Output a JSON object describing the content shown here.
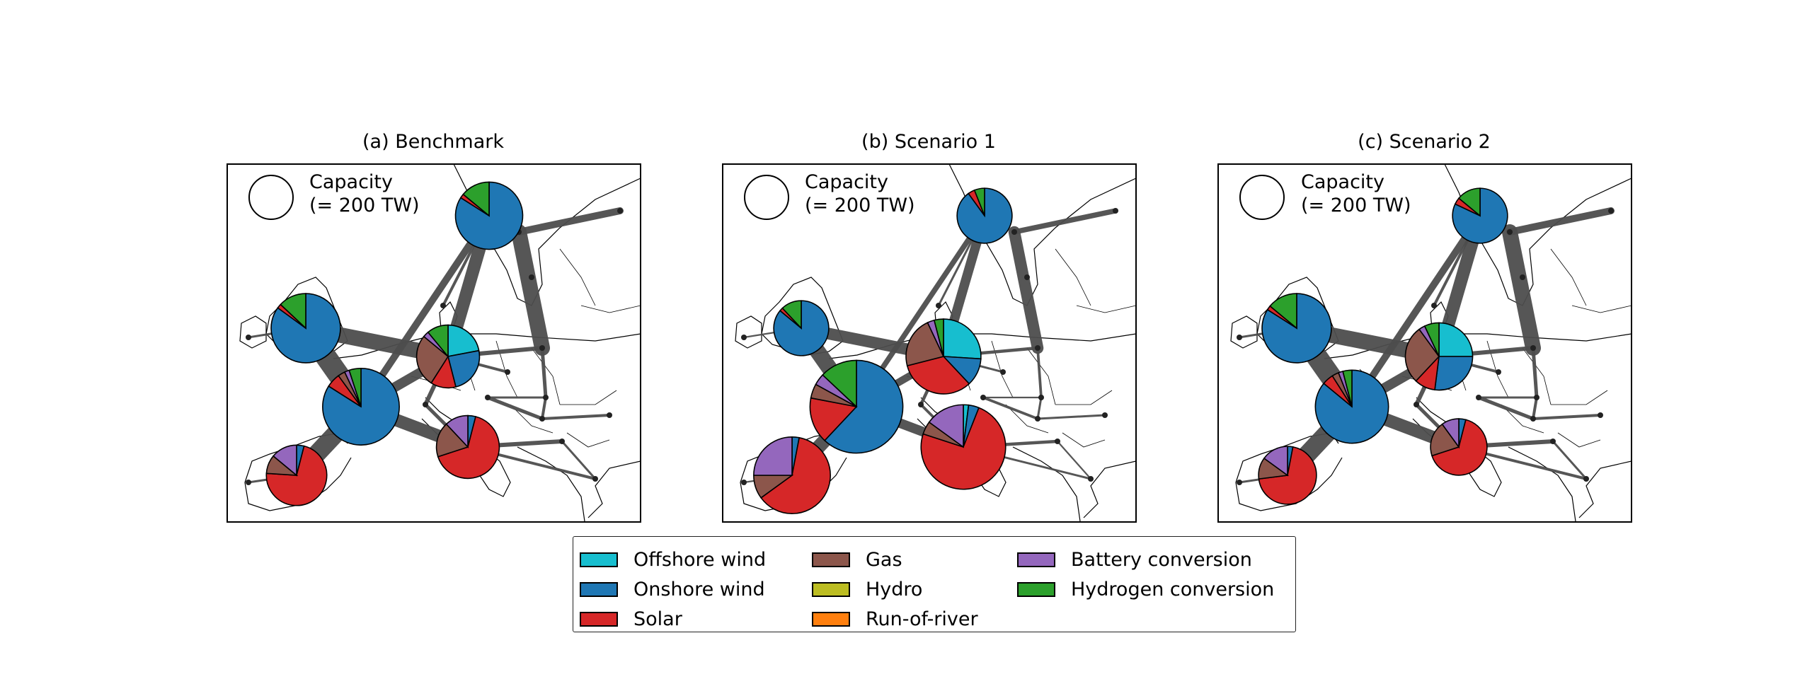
{
  "panels": [
    {
      "title": "(a) Benchmark",
      "capacity_legend": {
        "line1": "Capacity",
        "line2": "(= 200 TW)"
      },
      "map_nodes": [
        {
          "id": "nordic",
          "capacity_share": 0.2,
          "mix": {
            "onshore_wind": 0.84,
            "hydrogen_conversion": 0.14,
            "solar": 0.02
          }
        },
        {
          "id": "britain",
          "capacity_share": 0.22,
          "mix": {
            "onshore_wind": 0.85,
            "hydrogen_conversion": 0.13,
            "solar": 0.02
          }
        },
        {
          "id": "benelux_germany",
          "capacity_share": 0.16,
          "mix": {
            "offshore_wind": 0.22,
            "onshore_wind": 0.24,
            "solar": 0.13,
            "gas": 0.27,
            "battery_conversion": 0.03,
            "hydrogen_conversion": 0.11
          }
        },
        {
          "id": "france",
          "capacity_share": 0.3,
          "mix": {
            "onshore_wind": 0.84,
            "solar": 0.06,
            "gas": 0.03,
            "battery_conversion": 0.02,
            "hydrogen_conversion": 0.05
          }
        },
        {
          "id": "italy",
          "capacity_share": 0.16,
          "mix": {
            "solar": 0.66,
            "battery_conversion": 0.12,
            "gas": 0.18,
            "onshore_wind": 0.04
          }
        },
        {
          "id": "iberia",
          "capacity_share": 0.14,
          "mix": {
            "solar": 0.72,
            "battery_conversion": 0.14,
            "gas": 0.1,
            "onshore_wind": 0.04
          }
        }
      ]
    },
    {
      "title": "(b) Scenario 1",
      "capacity_legend": {
        "line1": "Capacity",
        "line2": "(= 200 TW)"
      },
      "map_nodes": [
        {
          "id": "nordic",
          "capacity_share": 0.1,
          "mix": {
            "onshore_wind": 0.9,
            "hydrogen_conversion": 0.06,
            "solar": 0.04
          }
        },
        {
          "id": "britain",
          "capacity_share": 0.1,
          "mix": {
            "onshore_wind": 0.86,
            "hydrogen_conversion": 0.12,
            "solar": 0.02
          }
        },
        {
          "id": "benelux_germany",
          "capacity_share": 0.28,
          "mix": {
            "offshore_wind": 0.26,
            "onshore_wind": 0.12,
            "solar": 0.33,
            "gas": 0.22,
            "battery_conversion": 0.03,
            "hydrogen_conversion": 0.04
          }
        },
        {
          "id": "france",
          "capacity_share": 0.52,
          "mix": {
            "onshore_wind": 0.62,
            "solar": 0.16,
            "gas": 0.05,
            "battery_conversion": 0.04,
            "hydrogen_conversion": 0.13
          }
        },
        {
          "id": "italy",
          "capacity_share": 0.4,
          "mix": {
            "solar": 0.74,
            "battery_conversion": 0.15,
            "gas": 0.05,
            "offshore_wind": 0.02,
            "onshore_wind": 0.04
          }
        },
        {
          "id": "iberia",
          "capacity_share": 0.3,
          "mix": {
            "solar": 0.62,
            "battery_conversion": 0.25,
            "gas": 0.1,
            "onshore_wind": 0.03
          }
        }
      ]
    },
    {
      "title": "(c) Scenario 2",
      "capacity_legend": {
        "line1": "Capacity",
        "line2": "(= 200 TW)"
      },
      "map_nodes": [
        {
          "id": "nordic",
          "capacity_share": 0.1,
          "mix": {
            "onshore_wind": 0.82,
            "hydrogen_conversion": 0.14,
            "solar": 0.04
          }
        },
        {
          "id": "britain",
          "capacity_share": 0.22,
          "mix": {
            "onshore_wind": 0.84,
            "hydrogen_conversion": 0.14,
            "solar": 0.02
          }
        },
        {
          "id": "benelux_germany",
          "capacity_share": 0.2,
          "mix": {
            "offshore_wind": 0.25,
            "onshore_wind": 0.27,
            "solar": 0.1,
            "gas": 0.28,
            "battery_conversion": 0.03,
            "hydrogen_conversion": 0.07
          }
        },
        {
          "id": "france",
          "capacity_share": 0.26,
          "mix": {
            "onshore_wind": 0.86,
            "solar": 0.05,
            "gas": 0.03,
            "battery_conversion": 0.02,
            "hydrogen_conversion": 0.04
          }
        },
        {
          "id": "italy",
          "capacity_share": 0.11,
          "mix": {
            "solar": 0.66,
            "battery_conversion": 0.1,
            "gas": 0.2,
            "onshore_wind": 0.04
          }
        },
        {
          "id": "iberia",
          "capacity_share": 0.12,
          "mix": {
            "solar": 0.7,
            "battery_conversion": 0.15,
            "gas": 0.12,
            "onshore_wind": 0.03
          }
        }
      ]
    }
  ],
  "legend": {
    "items": [
      {
        "label": "Offshore wind",
        "key": "offshore_wind",
        "color": "#17becf"
      },
      {
        "label": "Onshore wind",
        "key": "onshore_wind",
        "color": "#1f77b4"
      },
      {
        "label": "Solar",
        "key": "solar",
        "color": "#d62728"
      },
      {
        "label": "Gas",
        "key": "gas",
        "color": "#8c564b"
      },
      {
        "label": "Hydro",
        "key": "hydro",
        "color": "#bcbd22"
      },
      {
        "label": "Run-of-river",
        "key": "run_of_river",
        "color": "#ff7f0e"
      },
      {
        "label": "Battery conversion",
        "key": "battery_conversion",
        "color": "#9467bd"
      },
      {
        "label": "Hydrogen conversion",
        "key": "hydrogen_conversion",
        "color": "#2ca02c"
      }
    ]
  },
  "colors": {
    "line": "#4d4d4d",
    "coast": "#000000",
    "bus": "#222222"
  }
}
